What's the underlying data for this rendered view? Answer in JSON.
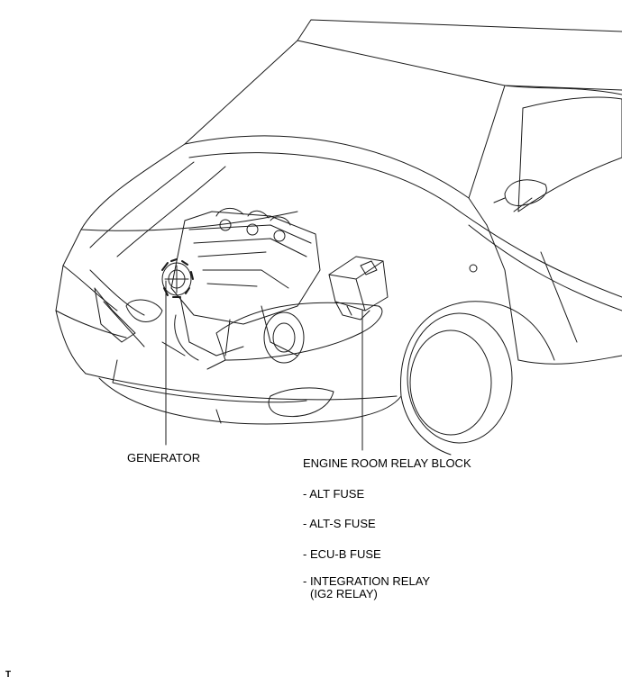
{
  "labels": {
    "generator": "GENERATOR",
    "relay_block": "ENGINE ROOM RELAY BLOCK",
    "alt_fuse": "- ALT FUSE",
    "alt_s_fuse": "- ALT-S FUSE",
    "ecu_b_fuse": "- ECU-B FUSE",
    "integration_relay": "- INTEGRATION RELAY",
    "ig2_relay": "(IG2 RELAY)"
  },
  "corner_mark": "T",
  "colors": {
    "line": "#1a1a1a",
    "background": "#ffffff"
  }
}
